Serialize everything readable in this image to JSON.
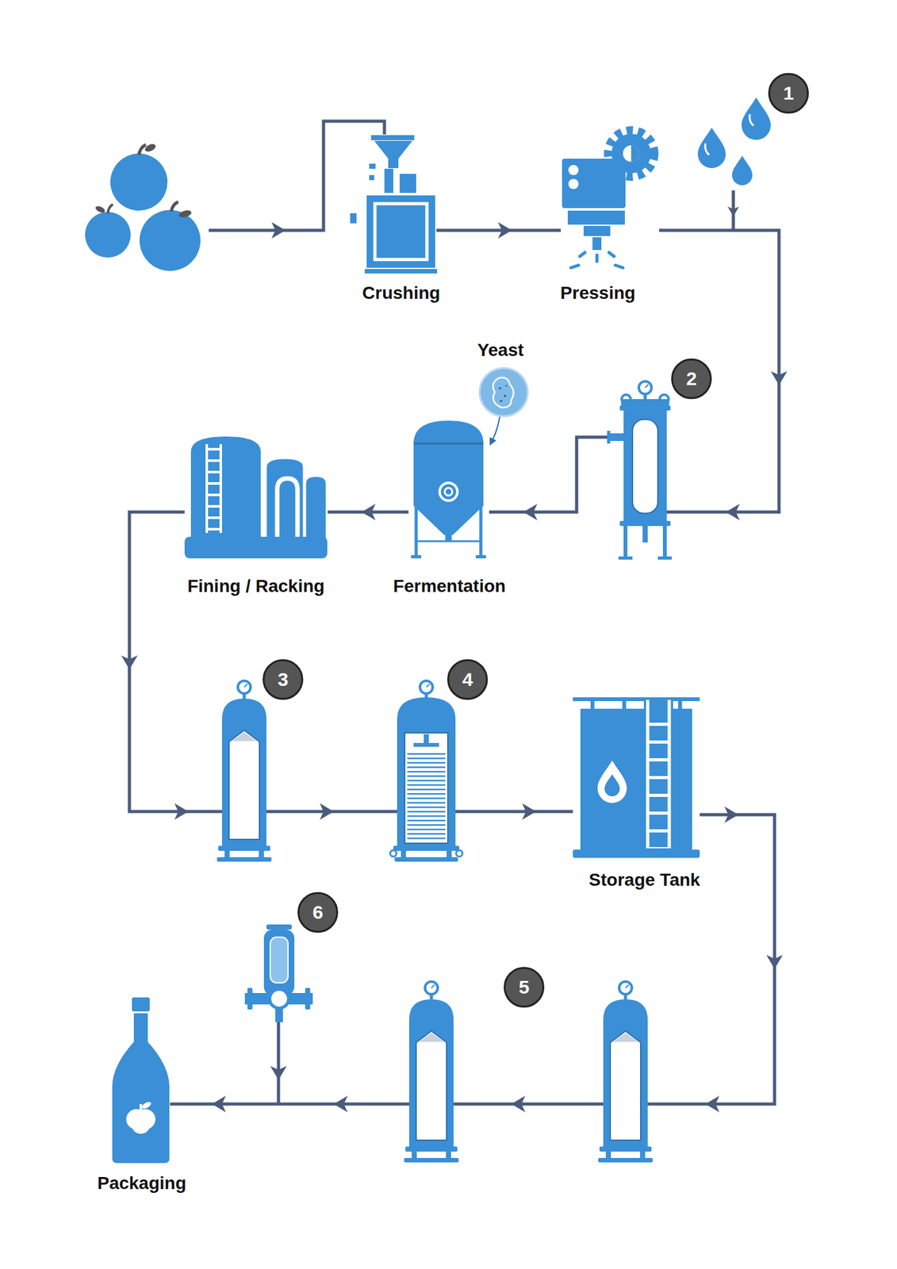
{
  "diagram": {
    "nodes": [
      {
        "text": [
          "Crushing"
        ]
      },
      {
        "text": [
          "Pressing"
        ]
      },
      {
        "text": [
          "Yeast"
        ]
      },
      {
        "text": [
          "Fermentation"
        ]
      },
      {
        "text": [
          "Fining / Racking"
        ]
      },
      {
        "text": [
          "Storage Tank"
        ]
      },
      {
        "text": [
          "Packaging"
        ]
      }
    ],
    "edges": [
      {
        "from": 0,
        "to": 1,
        "arrow": "to"
      },
      {
        "from": 1,
        "to": 3,
        "arrow": "to"
      },
      {
        "from": 2,
        "to": 3,
        "arrow": "to"
      },
      {
        "from": 3,
        "to": 4,
        "arrow": "to"
      },
      {
        "from": 4,
        "to": 5,
        "arrow": "to"
      },
      {
        "from": 5,
        "to": 6,
        "arrow": "to"
      }
    ],
    "labels": [
      "1",
      "2",
      "3",
      "4",
      "5",
      "6"
    ]
  }
}
